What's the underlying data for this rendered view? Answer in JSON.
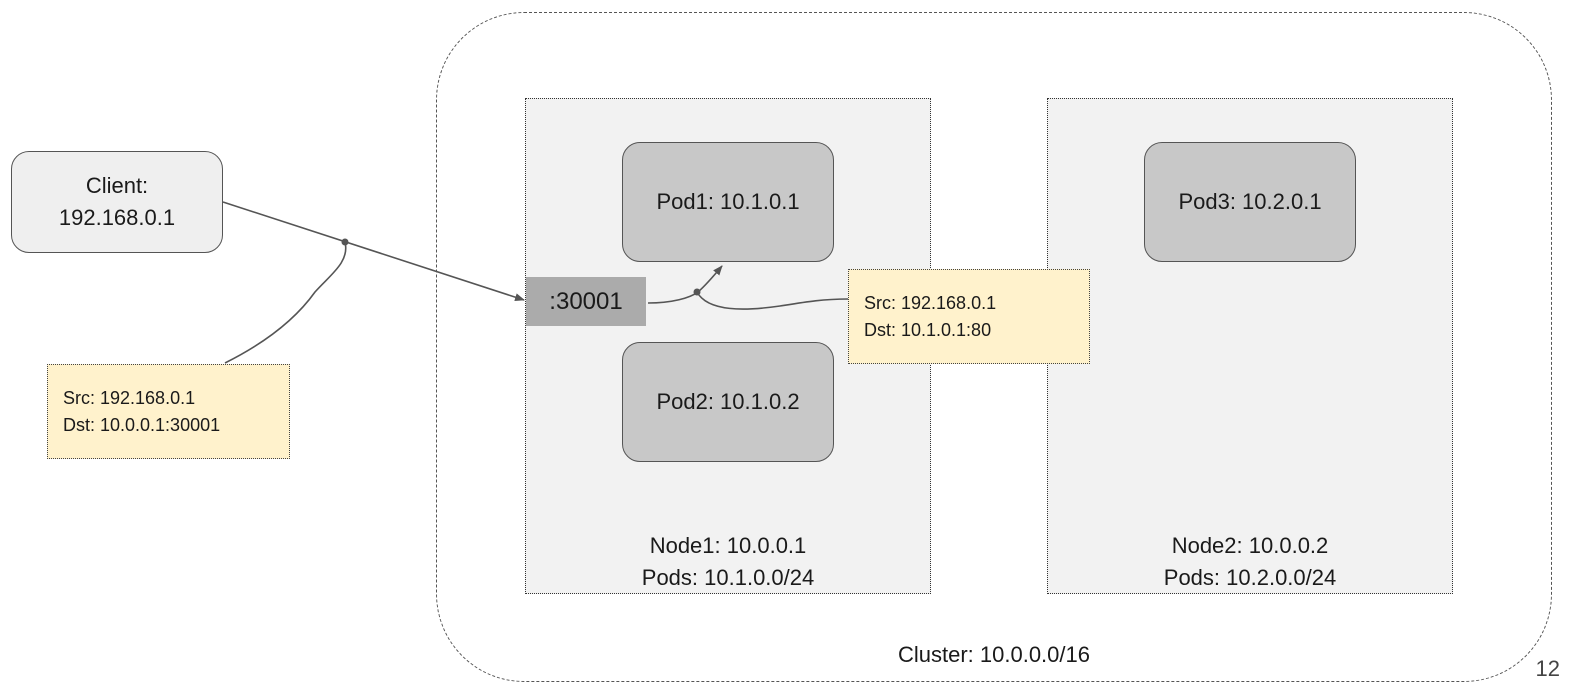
{
  "cluster": {
    "label": "Cluster: 10.0.0.0/16"
  },
  "client": {
    "line1": "Client:",
    "line2": "192.168.0.1"
  },
  "nodes": [
    {
      "name": "Node1: 10.0.0.1",
      "pods": "Pods: 10.1.0.0/24"
    },
    {
      "name": "Node2: 10.0.0.2",
      "pods": "Pods: 10.2.0.0/24"
    }
  ],
  "pods": [
    "Pod1: 10.1.0.1",
    "Pod2: 10.1.0.2",
    "Pod3: 10.2.0.1"
  ],
  "nodeport": {
    "label": ":30001"
  },
  "packets": [
    {
      "src": "Src: 192.168.0.1",
      "dst": "Dst: 10.0.0.1:30001"
    },
    {
      "src": "Src: 192.168.0.1",
      "dst": "Dst: 10.1.0.1:80"
    }
  ],
  "page_number": "12",
  "colors": {
    "node_fill": "#f2f2f2",
    "pod_fill": "#c8c8c8",
    "client_fill": "#efefef",
    "nodeport_fill": "#ababab",
    "note_fill": "#fff2cc",
    "line": "#555555"
  }
}
